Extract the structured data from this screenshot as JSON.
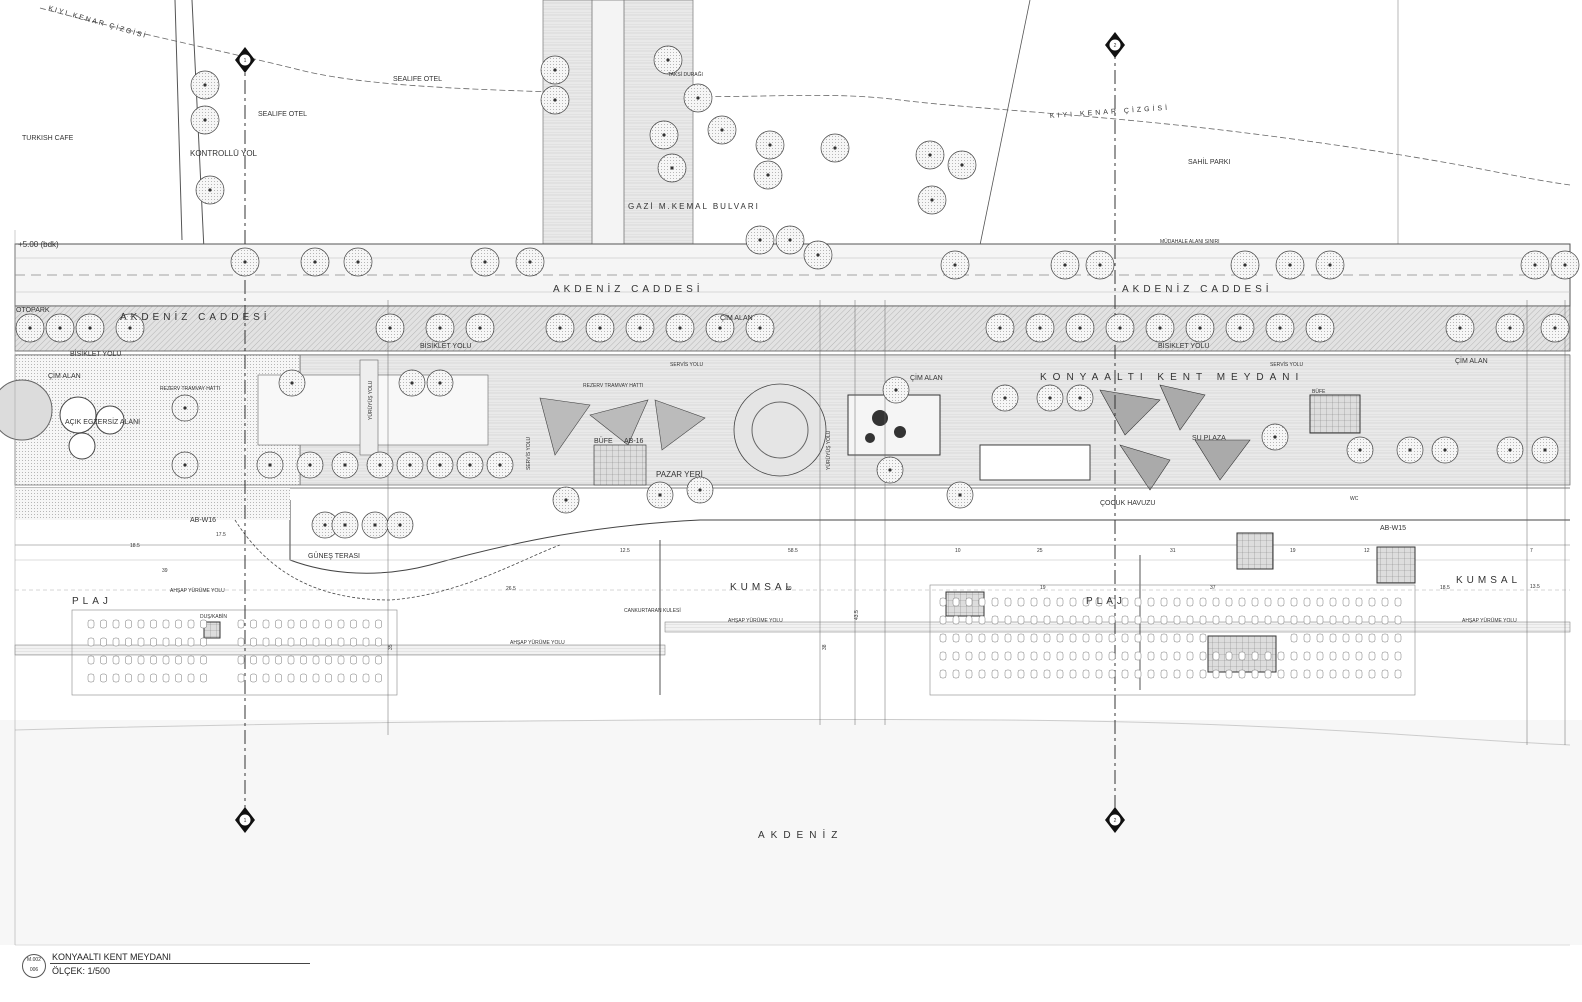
{
  "plan": {
    "labels": {
      "kiyi_kenar_1": "KIYI KENAR ÇİZGİSİ",
      "kiyi_kenar_2": "KIYI KENAR ÇİZGİSİ",
      "turkish_cafe": "TURKISH CAFE",
      "sealife_otel_1": "SEALIFE OTEL",
      "sealife_otel_2": "SEALIFE OTEL",
      "kontrollu_yol": "KONTROLLÜ YOL",
      "taksi_duragi": "TAKSİ DURAĞI",
      "gazi_bulvari": "GAZİ M.KEMAL BULVARI",
      "sahil_parki": "SAHİL PARKI",
      "mudahale": "MÜDAHALE ALANI SINIRI",
      "akdeniz_caddesi_1": "AKDENİZ CADDESİ",
      "akdeniz_caddesi_2": "AKDENİZ CADDESİ",
      "akdeniz_caddesi_3": "AKDENİZ CADDESİ",
      "otopark": "OTOPARK",
      "bisiklet_yolu_1": "BİSİKLET YOLU",
      "bisiklet_yolu_2": "BİSİKLET YOLU",
      "bisiklet_yolu_3": "BİSİKLET YOLU",
      "cim_alan_1": "ÇİM ALAN",
      "cim_alan_2": "ÇİM ALAN",
      "cim_alan_3": "ÇİM ALAN",
      "cim_alan_4": "ÇİM ALAN",
      "rezerv_tramvay_1": "REZERV TRAMVAY HATTI",
      "rezerv_tramvay_2": "REZERV TRAMVAY HATTI",
      "acik_egzersiz": "AÇIK EGZERSİZ ALANI",
      "yuruyus_yolu_1": "YÜRÜYÜŞ YOLU",
      "yuruyus_yolu_2": "YÜRÜYÜŞ YOLU",
      "servis_yolu_1": "SERVİS YOLU",
      "servis_yolu_2": "SERVİS YOLU",
      "servis_yolu_3": "SERVİS YOLU",
      "bufe_1": "BÜFE",
      "bufe_2": "BÜFE",
      "ab16": "AB-16",
      "pazar_yeri": "PAZAR YERİ",
      "konyaalti_kent_meydani": "KONYAALTI KENT MEYDANI",
      "su_plaza": "SU PLAZA",
      "cocuk_havuzu": "ÇOCUK HAVUZU",
      "wc": "WC",
      "abw15": "AB-W15",
      "abw16": "AB-W16",
      "gunes_terasi": "GÜNEŞ TERASI",
      "ahsap_yurume_1": "AHŞAP YÜRÜME YOLU",
      "ahsap_yurume_2": "AHŞAP YÜRÜME YOLU",
      "ahsap_yurume_3": "AHŞAP YÜRÜME YOLU",
      "ahsap_yurume_4": "AHŞAP YÜRÜME YOLU",
      "kumsal_1": "KUMSAL",
      "kumsal_2": "KUMSAL",
      "plaj_1": "PLAJ",
      "plaj_2": "PLAJ",
      "dus_kabin": "DUŞ/KABİN",
      "cankurtaran": "CANKURTARAN KULESİ",
      "akdeniz_sea": "AKDENİZ",
      "elev_left": "+5.00 (bdk)"
    },
    "dimensions": {
      "d1": "18.5",
      "d2": "17.5",
      "d3": "39",
      "d4": "12.5",
      "d5": "58.5",
      "d6": "10",
      "d7": "25",
      "d8": "31",
      "d9": "19",
      "d10": "12",
      "d11": "7",
      "d12": "26.5",
      "d13": "13.5",
      "d14": "19",
      "d15": "37",
      "d16": "18.5",
      "d17": "43.5",
      "d18": "38",
      "d19": "35",
      "d20": "89"
    },
    "section_marks": {
      "left_top": "1",
      "left_bottom": "1",
      "right_top": "2",
      "right_bottom": "2"
    }
  },
  "title_block": {
    "sheet_no_top": "M.002",
    "sheet_no_bottom": "006",
    "project_name": "KONYAALTI KENT MEYDANI",
    "scale": "ÖLÇEK: 1/500"
  }
}
